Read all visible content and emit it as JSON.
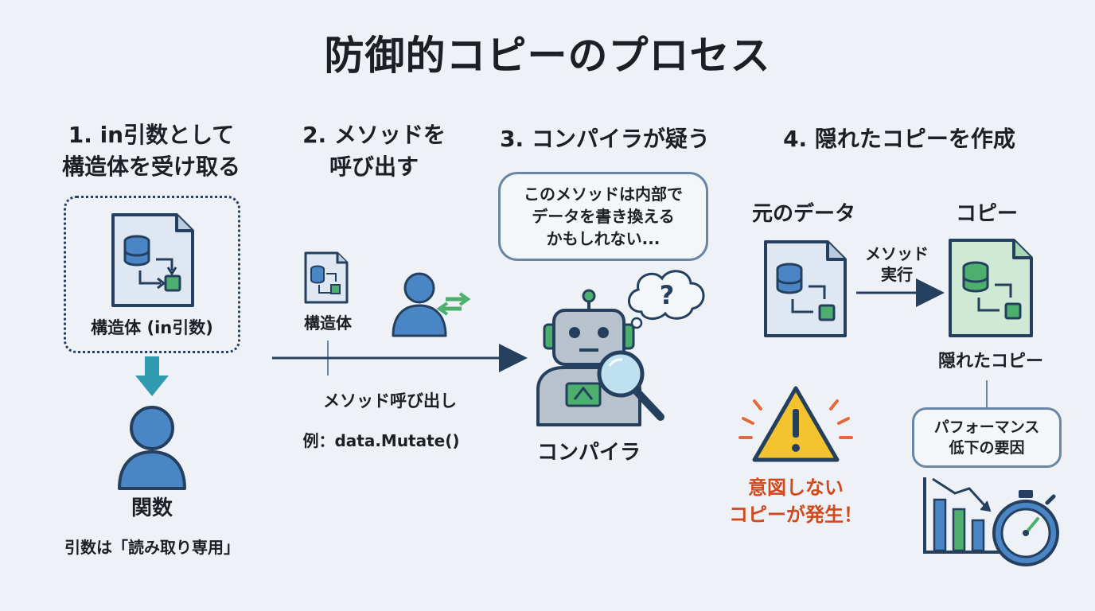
{
  "title": "防御的コピーのプロセス",
  "steps": [
    {
      "heading_line1": "1. in引数として",
      "heading_line2": "構造体を受け取る"
    },
    {
      "heading_line1": "2. メソッドを",
      "heading_line2": "呼び出す"
    },
    {
      "heading_line1": "3. コンパイラが疑う",
      "heading_line2": ""
    },
    {
      "heading_line1": "4. 隠れたコピーを作成",
      "heading_line2": ""
    }
  ],
  "step1": {
    "struct_label": "構造体 (in引数)",
    "function_label": "関数",
    "note": "引数は「読み取り専用」"
  },
  "step2": {
    "struct_label": "構造体",
    "call_label": "メソッド呼び出し",
    "example": "例：data.Mutate()"
  },
  "step3": {
    "bubble_line1": "このメソッドは内部で",
    "bubble_line2": "データを書き換える",
    "bubble_line3": "かもしれない...",
    "thought_symbol": "?",
    "compiler_label": "コンパイラ"
  },
  "step4": {
    "original_label": "元のデータ",
    "copy_label": "コピー",
    "arrow_label_line1": "メソッド",
    "arrow_label_line2": "実行",
    "hidden_copy_label": "隠れたコピー",
    "warning_line1": "意図しない",
    "warning_line2": "コピーが発生！",
    "perf_line1": "パフォーマンス",
    "perf_line2": "低下の要因"
  },
  "colors": {
    "accent_blue": "#4a86c6",
    "doc_blue_fill": "#dfe8f2",
    "doc_green_fill": "#cfe9d4",
    "green": "#4caf6e",
    "warning_yellow": "#f4c430",
    "warning_text": "#d04a1e",
    "teal_arrow": "#2f9ab0",
    "dark": "#25405e"
  }
}
